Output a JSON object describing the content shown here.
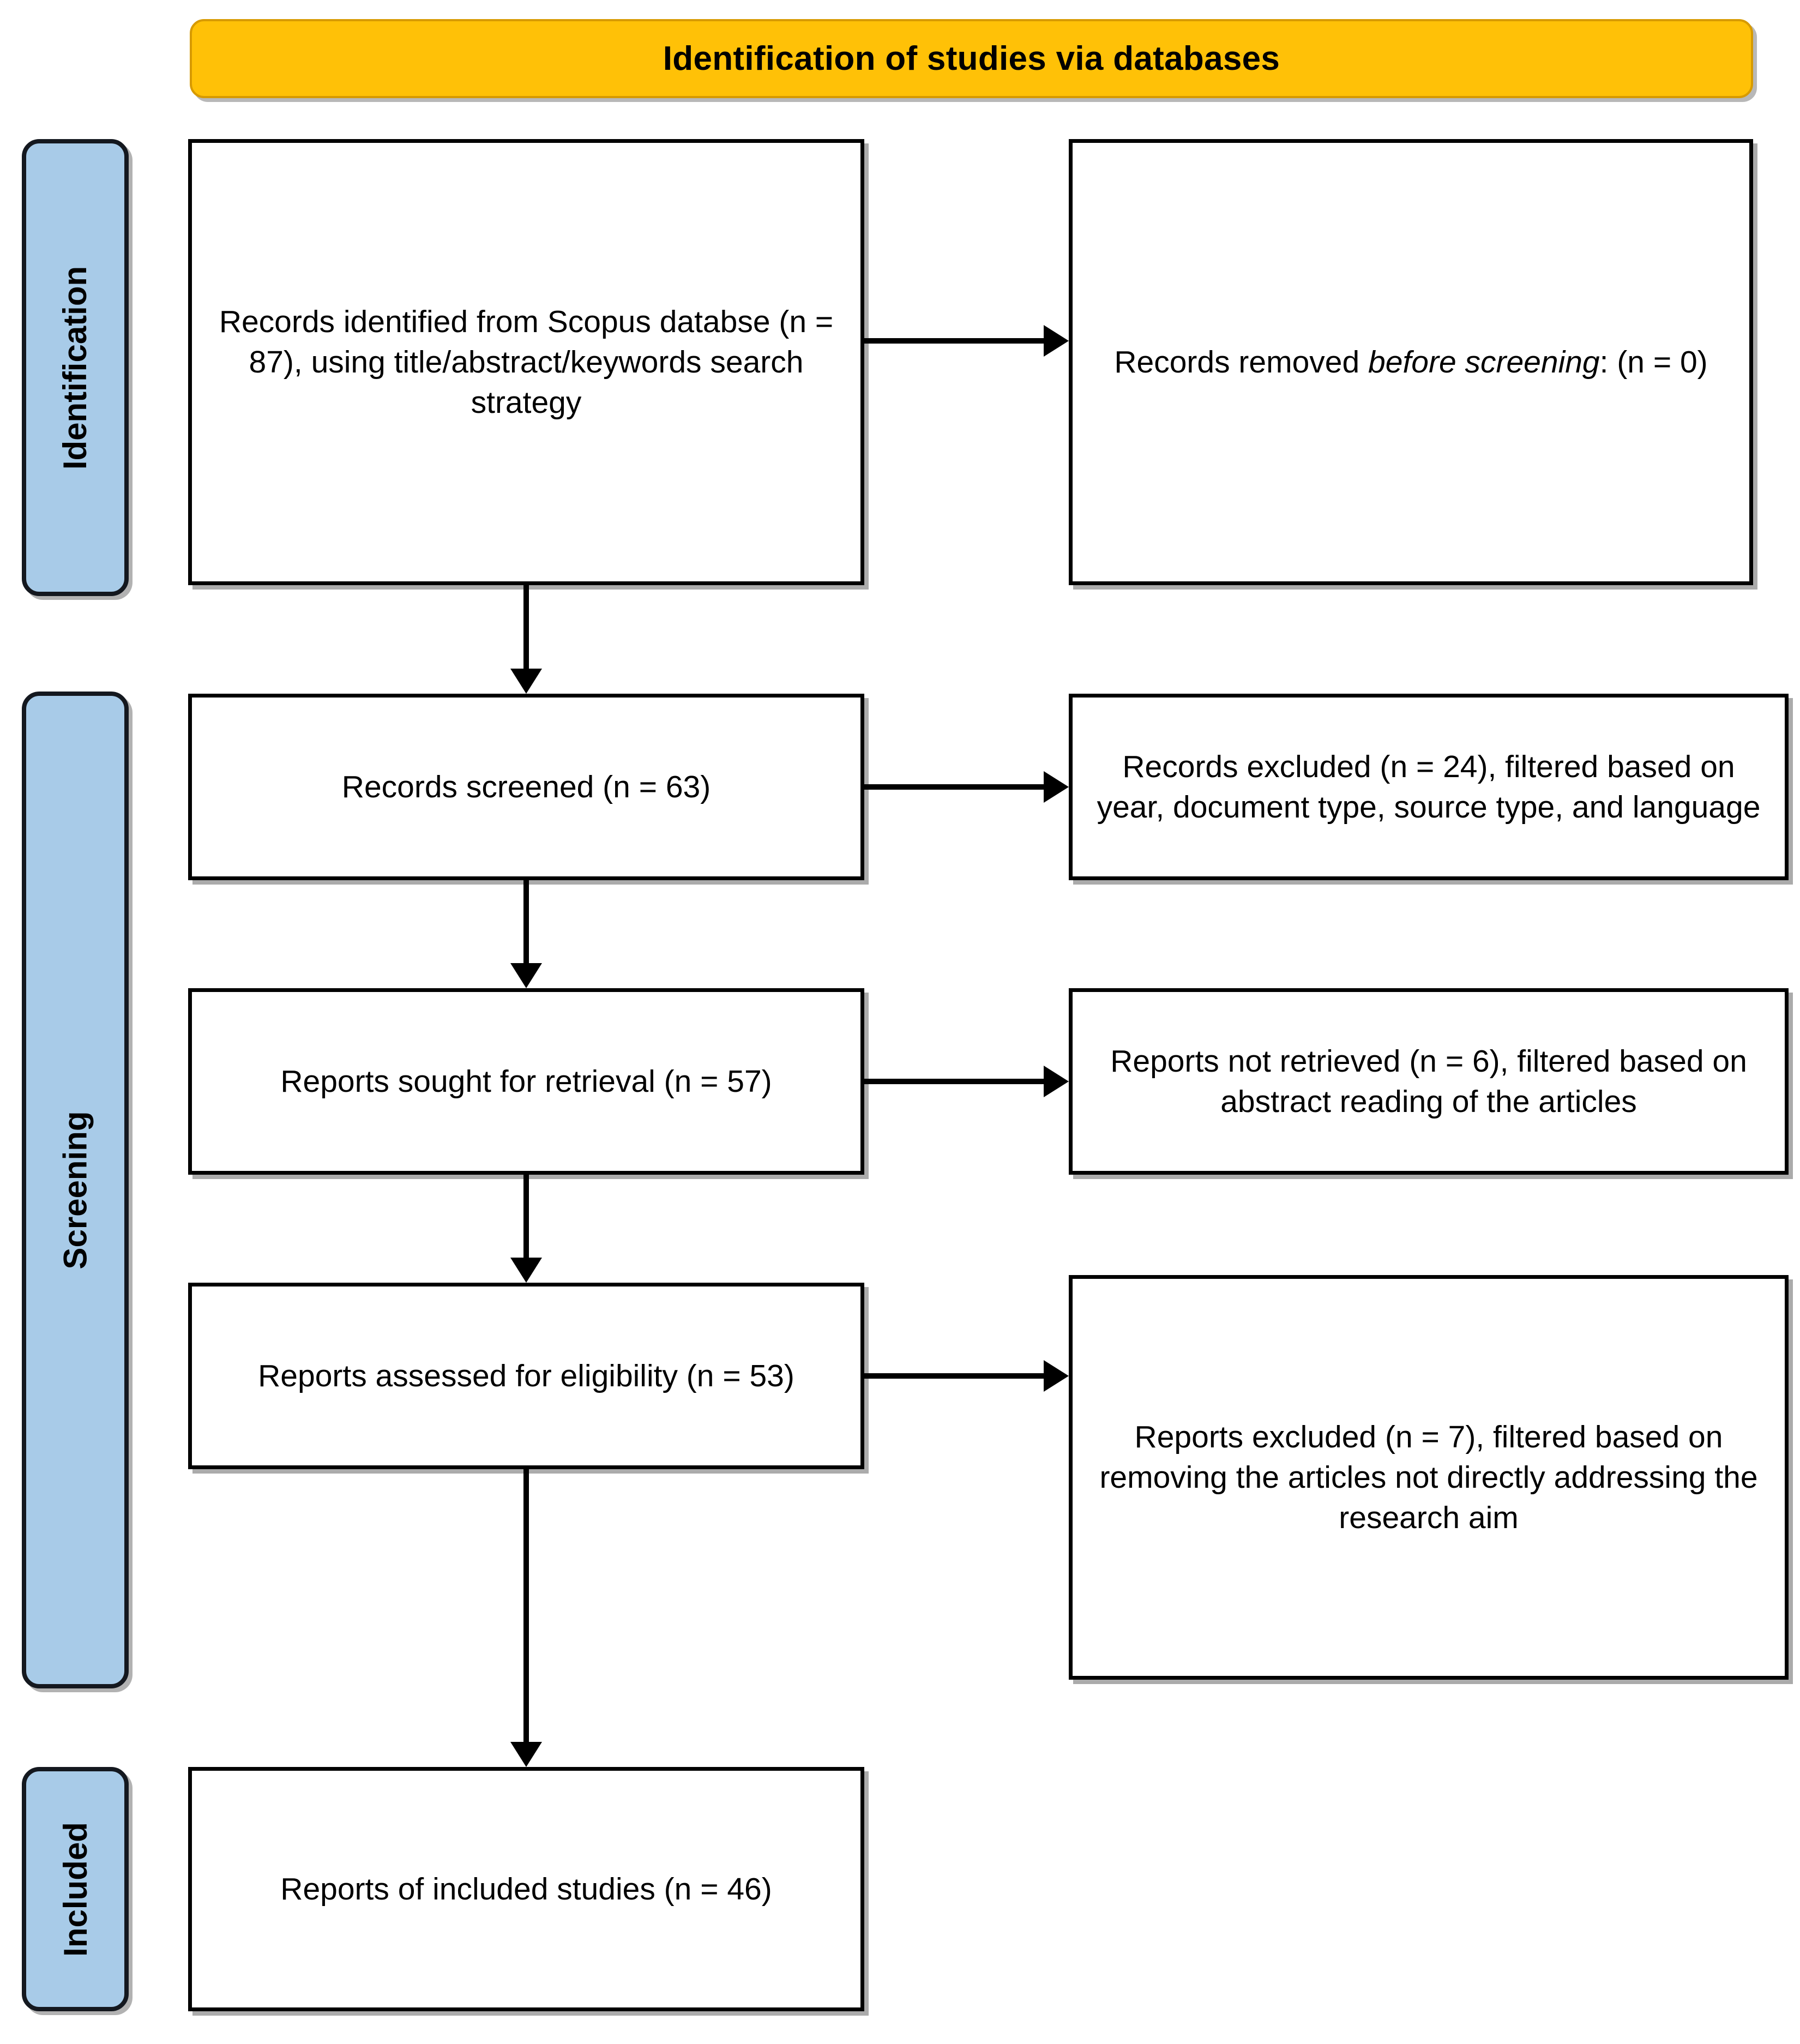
{
  "banner": {
    "title": "Identification of studies via databases"
  },
  "stages": [
    {
      "id": "identification",
      "label": "Identification"
    },
    {
      "id": "screening",
      "label": "Screening"
    },
    {
      "id": "included",
      "label": "Included"
    }
  ],
  "boxes": {
    "identified": "Records identified from Scopus databse (n = 87), using title/abstract/keywords search strategy",
    "removed_plain": "Records removed ",
    "removed_italic": "before screening",
    "removed_tail": ": (n = 0)",
    "screened": "Records screened (n = 63)",
    "excluded_screen": "Records excluded (n = 24), filtered based on year, document type, source type, and language",
    "sought": "Reports sought for retrieval (n = 57)",
    "not_retrieved": "Reports not retrieved (n = 6), filtered based on abstract reading of the articles",
    "assessed": "Reports assessed for eligibility (n = 53)",
    "excluded_elig": "Reports excluded (n = 7), filtered based on removing the articles not directly addressing the research aim",
    "included_studies": "Reports of included studies (n = 46)"
  },
  "counts": {
    "records_identified": 87,
    "records_removed_before_screening": 0,
    "records_screened": 63,
    "records_excluded": 24,
    "reports_sought": 57,
    "reports_not_retrieved": 6,
    "reports_assessed": 53,
    "reports_excluded": 7,
    "reports_included": 46
  },
  "colors": {
    "banner_fill": "#FFC107",
    "banner_border": "#D79A00",
    "stage_fill": "#A8CBE8",
    "stage_border": "#14181F",
    "box_fill": "#FFFFFF",
    "box_border": "#000000",
    "arrow": "#000000",
    "text": "#000000"
  }
}
